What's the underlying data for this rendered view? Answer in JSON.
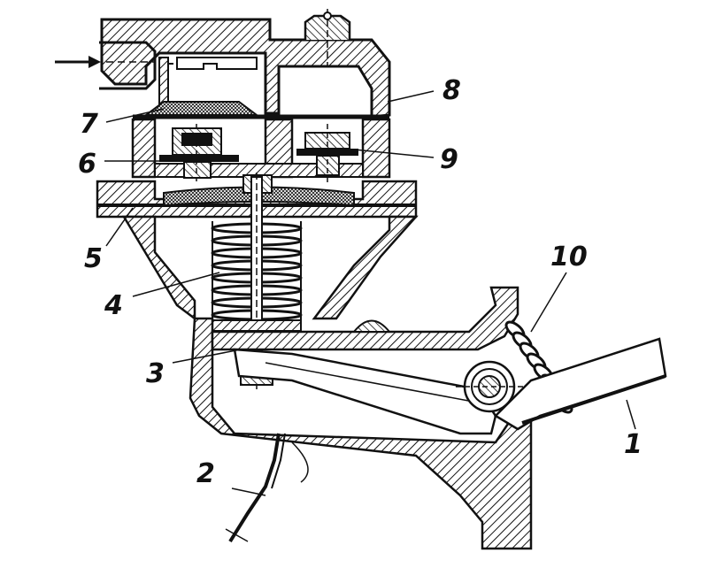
{
  "figure": {
    "callouts": [
      {
        "id": "c1",
        "text": "1"
      },
      {
        "id": "c2",
        "text": "2"
      },
      {
        "id": "c3",
        "text": "3"
      },
      {
        "id": "c4",
        "text": "4"
      },
      {
        "id": "c5",
        "text": "5"
      },
      {
        "id": "c6",
        "text": "6"
      },
      {
        "id": "c7",
        "text": "7"
      },
      {
        "id": "c8",
        "text": "8"
      },
      {
        "id": "c9",
        "text": "9"
      },
      {
        "id": "c10",
        "text": "10"
      }
    ],
    "ink_color": "#111111",
    "background_color": "#ffffff"
  }
}
